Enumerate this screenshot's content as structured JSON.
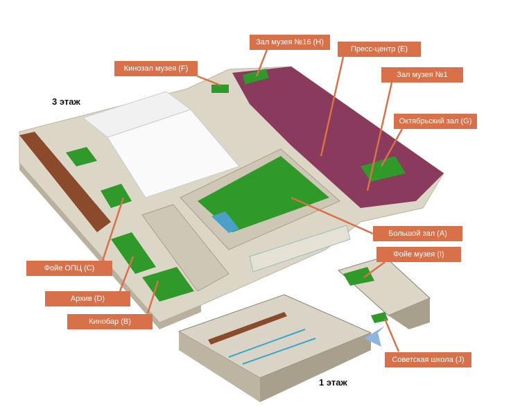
{
  "colors": {
    "label_bg": "#d8704a",
    "leader": "#d8704a",
    "seats": "#2f9a2a",
    "carpet": "#7a1f4a",
    "floor": "#dcd6c6",
    "wall": "#cfc7b6"
  },
  "floors": {
    "third": "3 этаж",
    "first": "1 этаж"
  },
  "labels": {
    "h": "Зал музея №16 (H)",
    "e": "Пресс-центр (E)",
    "f": "Кинозал музея (F)",
    "m1": "Зал музея №1",
    "g": "Октябрьский зал (G)",
    "a": "Большой зал (A)",
    "i": "Фойе музея (I)",
    "c": "Фойе ОПЦ (C)",
    "d": "Архив (D)",
    "b": "Кинобар (B)",
    "j": "Советская школа (J)"
  }
}
